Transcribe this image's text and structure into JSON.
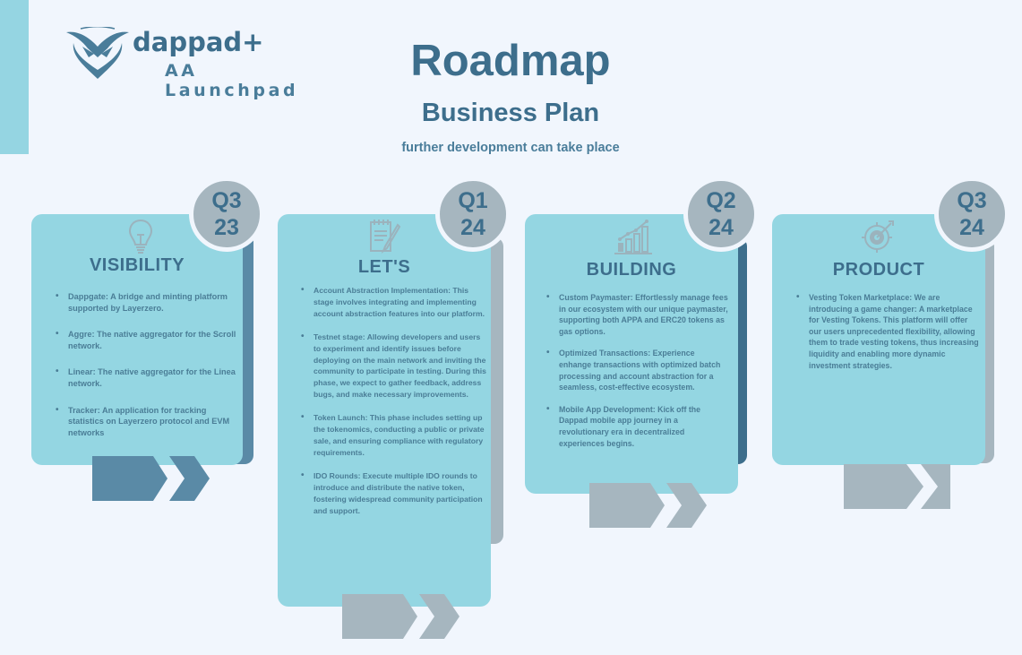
{
  "header": {
    "brand": "dappad+",
    "brand_sub": "AA Launchpad",
    "title": "Roadmap",
    "subtitle": "Business Plan",
    "tagline": "further development can take place"
  },
  "colors": {
    "background": "#f1f6fd",
    "card": "#94d6e2",
    "accent_dark": "#3d6e8c",
    "accent_blue": "#5a8aa6",
    "gray": "#a6b6bf"
  },
  "phases": [
    {
      "quarter": "Q3",
      "year": "23",
      "icon": "lightbulb-icon",
      "title": "VISIBILITY",
      "items": [
        "Dappgate: A bridge and minting platform supported by Layerzero.",
        "Aggre: The native aggregator for the Scroll network.",
        "Linear: The native aggregator for the Linea network.",
        "Tracker: An application for tracking statistics on Layerzero protocol and EVM networks"
      ]
    },
    {
      "quarter": "Q1",
      "year": "24",
      "icon": "notepad-pencil-icon",
      "title": "LET'S",
      "items": [
        "Account Abstraction Implementation: This stage involves integrating and implementing account abstraction features into our platform.",
        "Testnet stage: Allowing developers and users to experiment and identify issues before deploying on the main network and inviting the community to participate in testing. During this phase, we expect to gather feedback, address bugs, and make necessary improvements.",
        "Token Launch: This phase includes setting up the tokenomics, conducting a public or private sale, and ensuring compliance with regulatory requirements.",
        "IDO Rounds: Execute multiple IDO rounds to introduce and distribute the native token, fostering widespread community participation and support."
      ]
    },
    {
      "quarter": "Q2",
      "year": "24",
      "icon": "growth-chart-icon",
      "title": "BUILDING",
      "items": [
        "Custom Paymaster: Effortlessly manage fees in our ecosystem with our unique paymaster, supporting both APPA and ERC20 tokens as gas options.",
        "Optimized Transactions: Experience enhange transactions with optimized batch processing and account abstraction for a seamless, cost-effective ecosystem.",
        "Mobile App Development: Kick off the Dappad mobile app journey in a revolutionary era in decentralized experiences begins."
      ]
    },
    {
      "quarter": "Q3",
      "year": "24",
      "icon": "target-dart-icon",
      "title": "PRODUCT",
      "items": [
        "Vesting Token Marketplace: We are introducing a game changer: A marketplace for Vesting Tokens. This platform will offer our users unprecedented flexibility, allowing them to trade vesting tokens, thus increasing liquidity and enabling more dynamic investment strategies."
      ]
    }
  ]
}
